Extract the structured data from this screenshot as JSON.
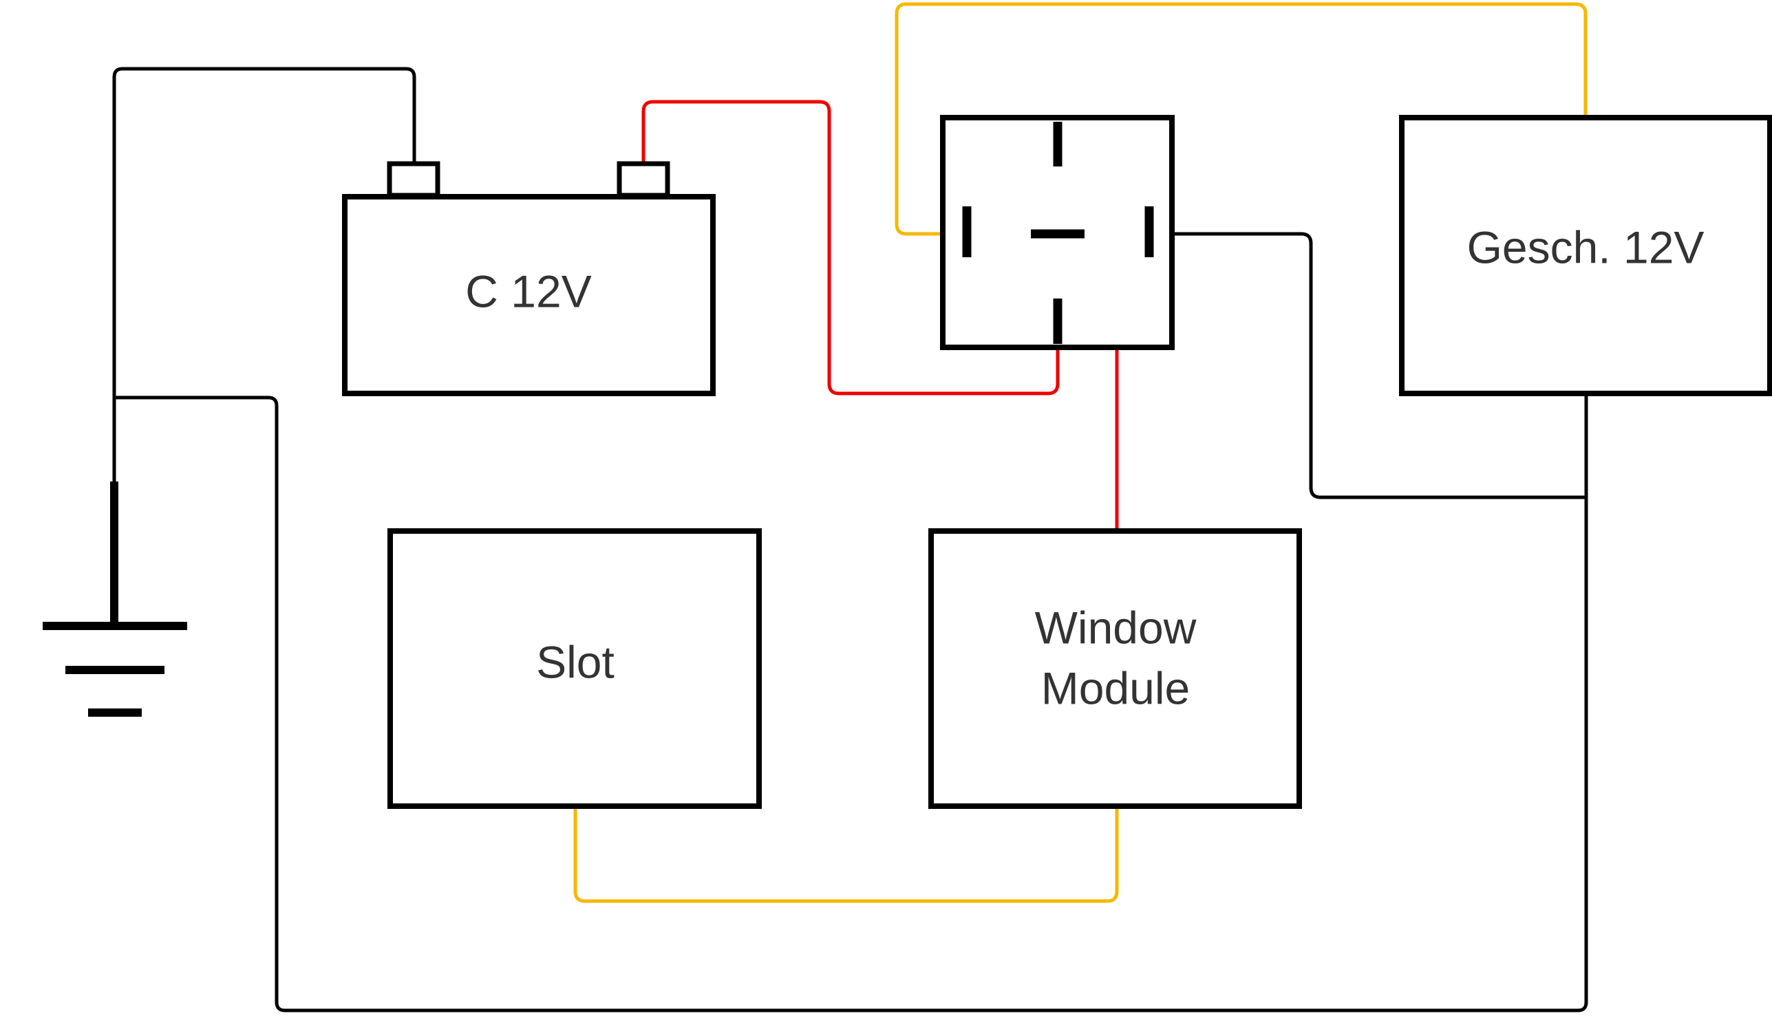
{
  "colors": {
    "black_wire": "#000000",
    "red_wire": "#ee0000",
    "yellow_wire": "#f5b800",
    "label_text": "#333333"
  },
  "components": {
    "battery_c": {
      "label": "C 12V"
    },
    "battery_gesch": {
      "label": "Gesch. 12V"
    },
    "slot": {
      "label": "Slot"
    },
    "window_module": {
      "label_line1": "Window",
      "label_line2": "Module"
    },
    "relay": {
      "icon": "relay-icon"
    },
    "ground": {
      "icon": "ground-icon"
    }
  }
}
